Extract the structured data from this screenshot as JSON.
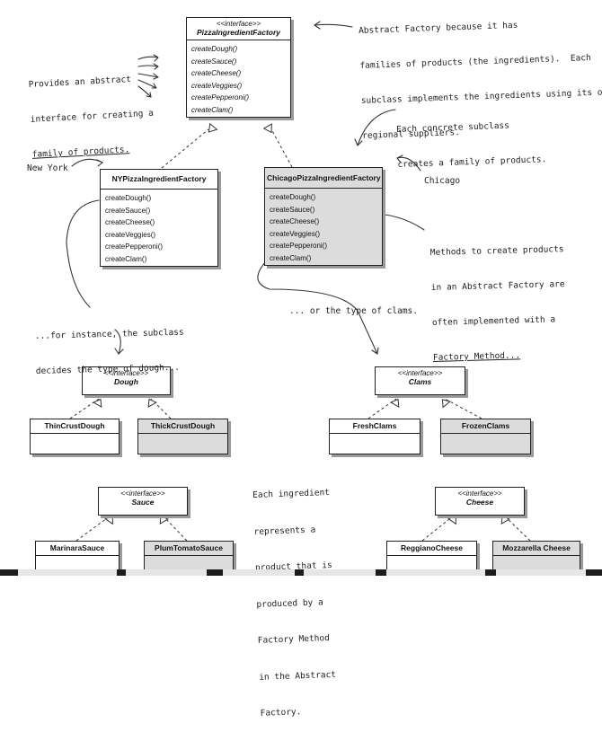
{
  "classes": {
    "abstract_factory": {
      "stereotype": "<<interface>>",
      "name": "PizzaIngredientFactory",
      "methods": [
        "createDough()",
        "createSauce()",
        "createCheese()",
        "createVeggies()",
        "createPepperoni()",
        "createClam()"
      ]
    },
    "ny_factory": {
      "name": "NYPizzaIngredientFactory",
      "methods": [
        "createDough()",
        "createSauce()",
        "createCheese()",
        "createVeggies()",
        "createPepperoni()",
        "createClam()"
      ]
    },
    "chicago_factory": {
      "name": "ChicagoPizzaIngredientFactory",
      "methods": [
        "createDough()",
        "createSauce()",
        "createCheese()",
        "createVeggies()",
        "createPepperoni()",
        "createClam()"
      ]
    },
    "dough": {
      "stereotype": "<<interface>>",
      "name": "Dough"
    },
    "thin_crust": {
      "name": "ThinCrustDough"
    },
    "thick_crust": {
      "name": "ThickCrustDough"
    },
    "clams": {
      "stereotype": "<<interface>>",
      "name": "Clams"
    },
    "fresh_clams": {
      "name": "FreshClams"
    },
    "frozen_clams": {
      "name": "FrozenClams"
    },
    "sauce": {
      "stereotype": "<<interface>>",
      "name": "Sauce"
    },
    "marinara": {
      "name": "MarinaraSauce"
    },
    "plum_tomato": {
      "name": "PlumTomatoSauce"
    },
    "cheese": {
      "stereotype": "<<interface>>",
      "name": "Cheese"
    },
    "reggiano": {
      "name": "ReggianoCheese"
    },
    "mozzarella": {
      "name": "Mozzarella Cheese"
    }
  },
  "notes": {
    "top_right": [
      "Abstract Factory because it has",
      "families of products (the ingredients).  Each",
      "subclass implements the ingredients using its own",
      "regional suppliers."
    ],
    "abstract_interface": [
      "Provides an abstract",
      "interface for creating a"
    ],
    "abstract_interface_underlined": "family of products.",
    "concrete_subclass": [
      "Each concrete subclass",
      "creates a family of products."
    ],
    "new_york": "New York",
    "chicago": "Chicago",
    "methods_note": [
      "Methods to create products",
      "in an Abstract Factory are",
      "often implemented with a"
    ],
    "methods_note_underlined": "Factory Method...",
    "dough_note": [
      "...for instance, the subclass",
      "decides the type of dough..."
    ],
    "clams_note": "... or the type of clams.",
    "ingredient_note": [
      "Each ingredient",
      "represents a",
      "product that is",
      "produced by a",
      "Factory Method",
      "in the Abstract",
      "Factory."
    ]
  },
  "colors": {
    "border": "#222222",
    "shadow": "#9a9a9a",
    "gray_fill": "#dcdcdc"
  }
}
